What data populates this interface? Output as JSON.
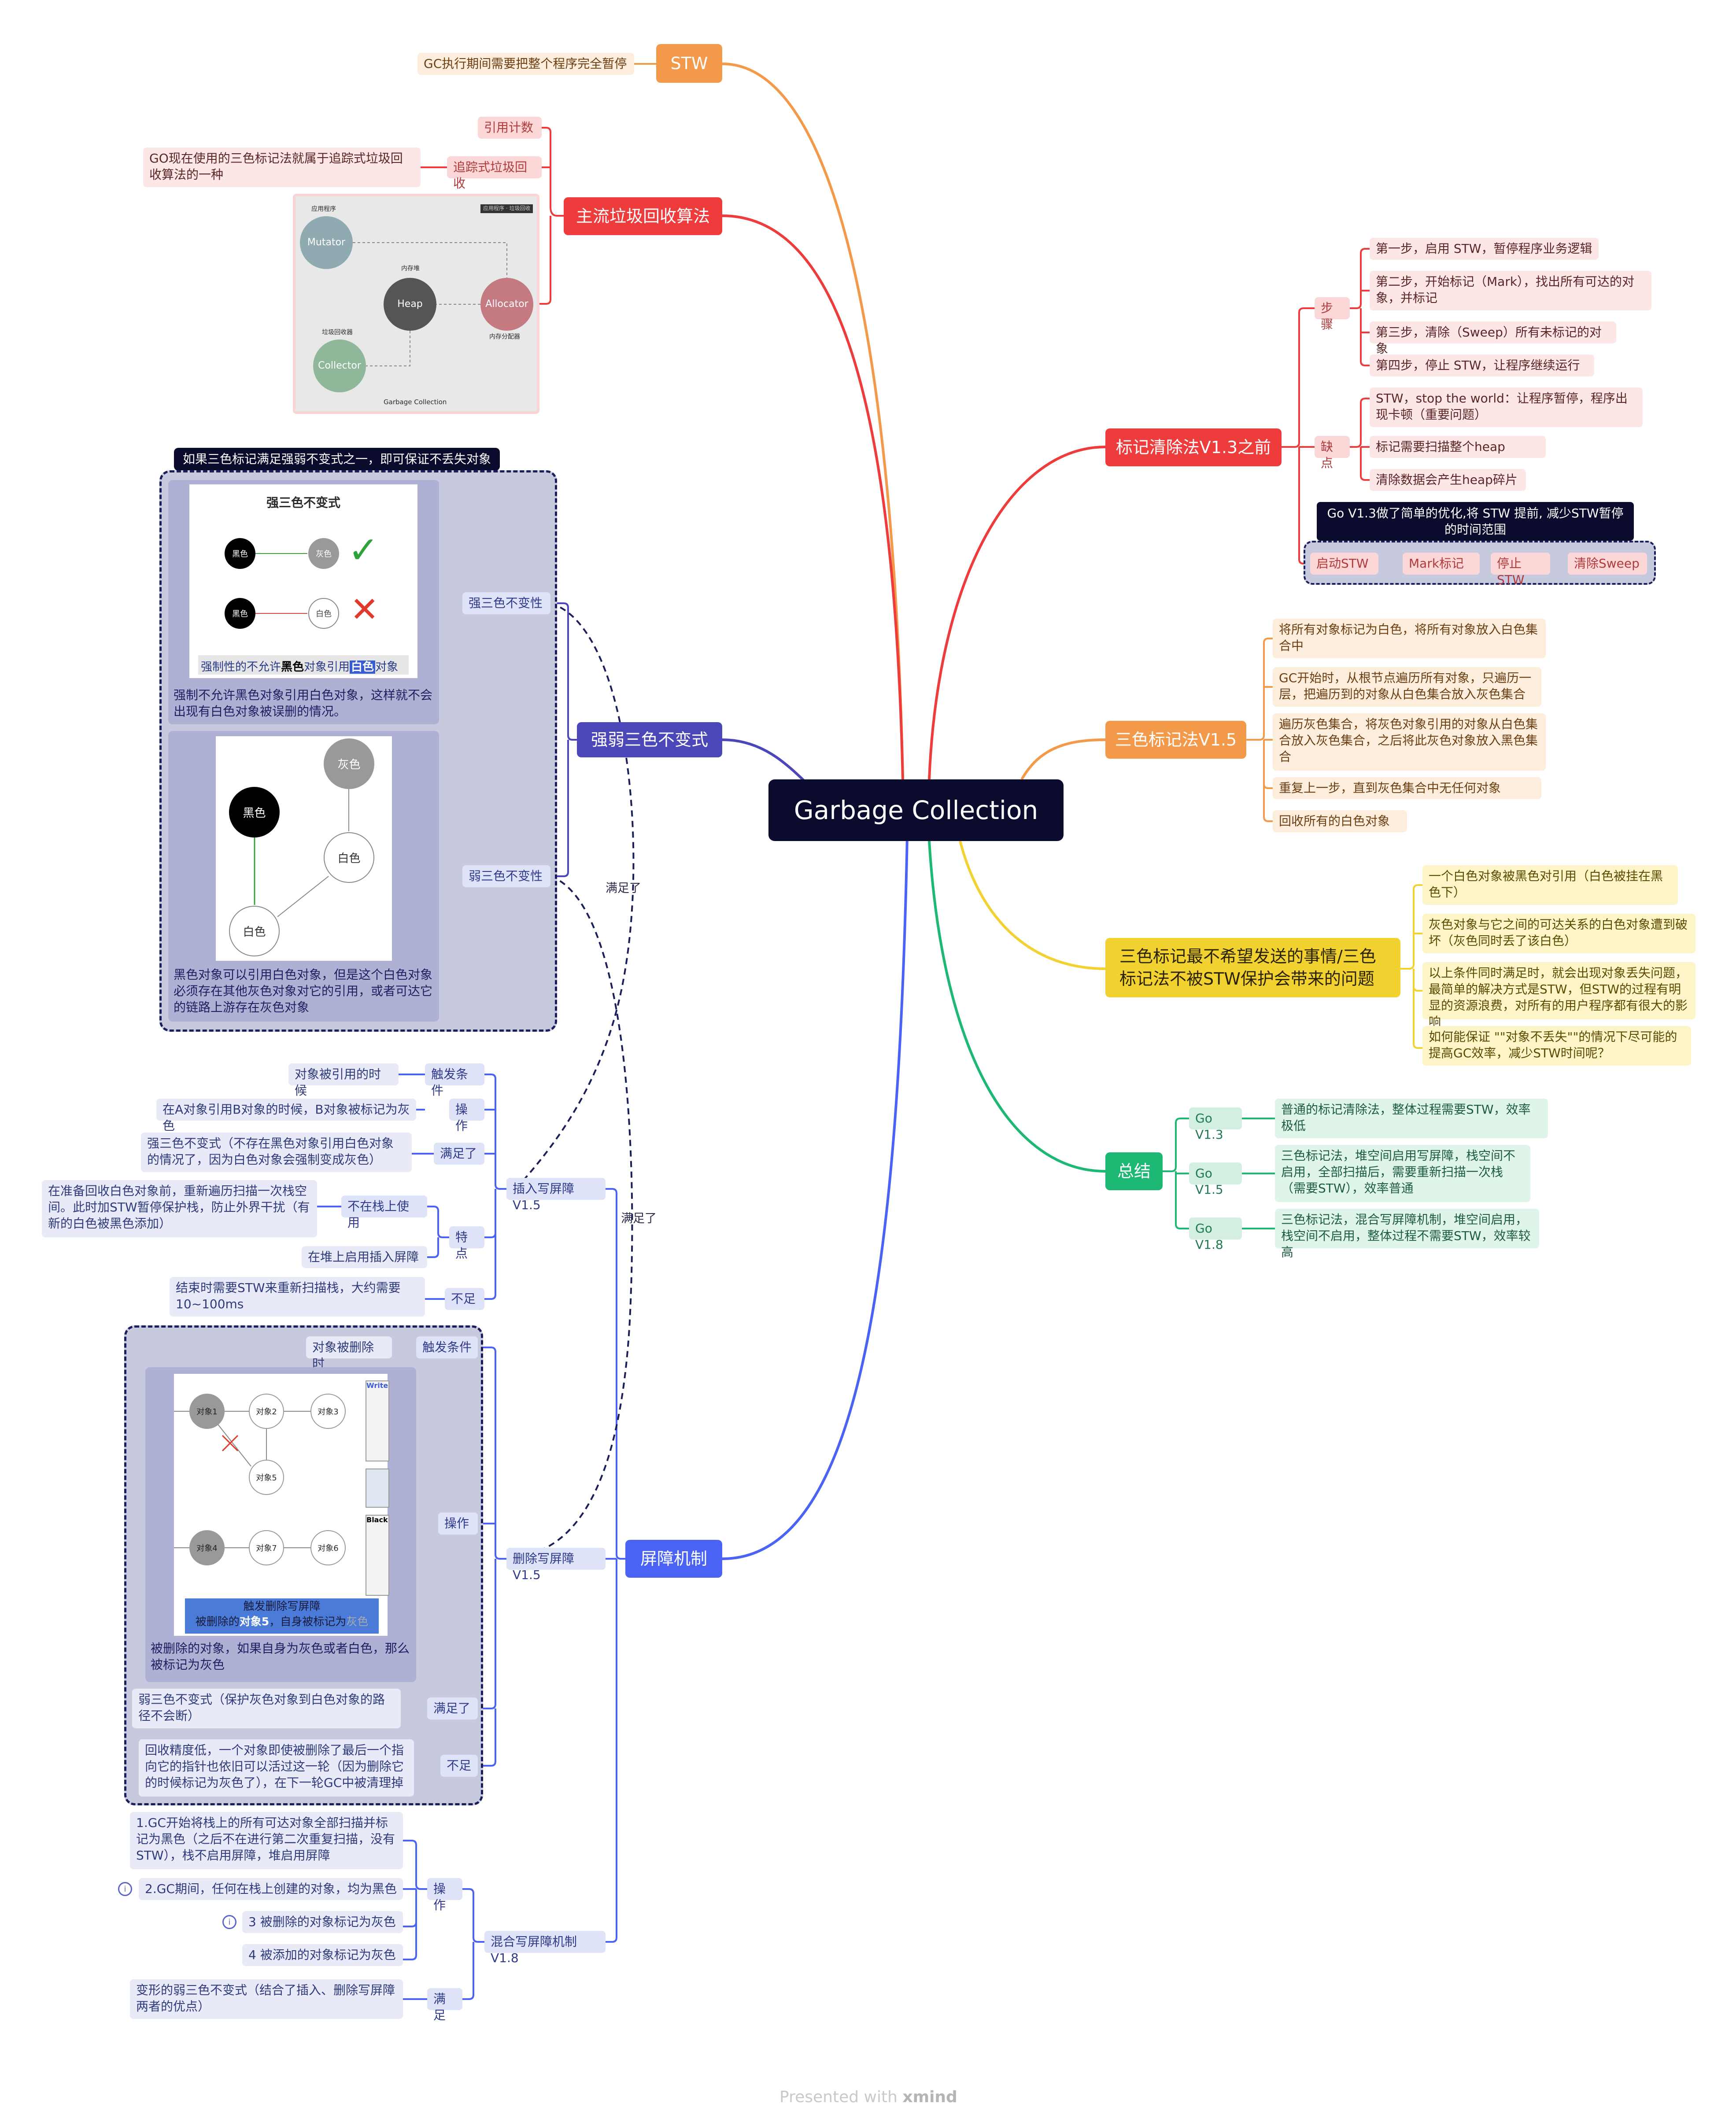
{
  "root": "Garbage Collection",
  "stw": {
    "title": "STW",
    "desc": "GC执行期间需要把整个程序完全暂停"
  },
  "algo": {
    "title": "主流垃圾回收算法",
    "ref_count": "引用计数",
    "tracing": "追踪式垃圾回收",
    "tracing_note": "GO现在使用的三色标记法就属于追踪式垃圾回收算法的一种",
    "img": {
      "tag": "应用程序 · 垃圾回收",
      "app_label": "应用程序",
      "mutator": "Mutator",
      "heap_label": "内存堆",
      "heap": "Heap",
      "allocator": "Allocator",
      "allocator_label": "内存分配器",
      "collector_label": "垃圾回收器",
      "collector": "Collector",
      "caption": "Garbage Collection"
    }
  },
  "invariant": {
    "title": "强弱三色不变式",
    "banner": "如果三色标记满足强弱不变式之一，即可保证不丢失对象",
    "strong": {
      "label": "强三色不变性",
      "img_title": "强三色不变式",
      "black": "黑色",
      "gray": "灰色",
      "white": "白色",
      "caption_pre": "强制性的不允许",
      "caption_black": "黑色",
      "caption_mid": "对象引用",
      "caption_white": "白色",
      "caption_post": "对象",
      "desc": "强制不允许黑色对象引用白色对象，这样就不会出现有白色对象被误删的情况。"
    },
    "weak": {
      "label": "弱三色不变性",
      "gray": "灰色",
      "black": "黑色",
      "white1": "白色",
      "white2": "白色",
      "desc": "黑色对象可以引用白色对象，但是这个白色对象必须存在其他灰色对象对它的引用，或者可达它的链路上游存在灰色对象"
    }
  },
  "barrier": {
    "title": "屏障机制",
    "satisfied1": "满足了",
    "satisfied2": "满足了",
    "insert": {
      "title": "插入写屏障V1.5",
      "trigger": "触发条件",
      "trigger_v": "对象被引用的时候",
      "op": "操作",
      "op_v": "在A对象引用B对象的时候，B对象被标记为灰色",
      "meet": "满足了",
      "meet_v": "强三色不变式（不存在黑色对象引用白色对象的情况了，因为白色对象会强制变成灰色）",
      "feature": "特点",
      "stack": "不在栈上使用",
      "stack_v": "在准备回收白色对象前，重新遍历扫描一次栈空间。此时加STW暂停保护栈，防止外界干扰（有新的白色被黑色添加）",
      "heap": "在堆上启用插入屏障",
      "lack": "不足",
      "lack_v": "结束时需要STW来重新扫描栈，大约需要10~100ms"
    },
    "delete": {
      "title": "删除写屏障V1.5",
      "trigger": "触发条件",
      "trigger_v": "对象被删除时",
      "op": "操作",
      "img": {
        "o1": "对象1",
        "o2": "对象2",
        "o3": "对象3",
        "o4": "对象4",
        "o5": "对象5",
        "o6": "对象6",
        "o7": "对象7",
        "tab1": "Write",
        "tab2": "Black",
        "cap1": "触发删除写屏障",
        "cap2_pre": "被删除的",
        "cap2_obj": "对象5",
        "cap2_mid": "，自身被标记为",
        "cap2_end": "灰色"
      },
      "op_v": "被删除的对象，如果自身为灰色或者白色，那么被标记为灰色",
      "meet": "满足了",
      "meet_v": "弱三色不变式（保护灰色对象到白色对象的路径不会断）",
      "lack": "不足",
      "lack_v": "回收精度低，一个对象即使被删除了最后一个指向它的指针也依旧可以活过这一轮（因为删除它的时候标记为灰色了），在下一轮GC中被清理掉"
    },
    "hybrid": {
      "title": "混合写屏障机制V1.8",
      "op": "操作",
      "s1": "1.GC开始将栈上的所有可达对象全部扫描并标记为黑色（之后不在进行第二次重复扫描，没有STW），栈不启用屏障，堆启用屏障",
      "s2": "2.GC期间，任何在栈上创建的对象，均为黑色",
      "s3": "3 被删除的对象标记为灰色",
      "s4": "4 被添加的对象标记为灰色",
      "meet": "满足",
      "meet_v": "变形的弱三色不变式（结合了插入、删除写屏障两者的优点）"
    }
  },
  "mark_sweep": {
    "title": "标记清除法V1.3之前",
    "steps": "步骤",
    "step1": "第一步，启用 STW，暂停程序业务逻辑",
    "step2": "第二步，开始标记（Mark），找出所有可达的对象，并标记",
    "step3": "第三步，清除（Sweep）所有未标记的对象",
    "step4": "第四步，停止 STW，让程序继续运行",
    "cons": "缺点",
    "con1": "STW，stop the world：让程序暂停，程序出现卡顿（重要问题）",
    "con2": "标记需要扫描整个heap",
    "con3": "清除数据会产生heap碎片",
    "opt": "Go V1.3做了简单的优化,将 STW 提前, 减少STW暂停的时间范围",
    "flow": [
      "启动STW",
      "Mark标记",
      "停止STW",
      "清除Sweep"
    ]
  },
  "tricolor": {
    "title": "三色标记法V1.5",
    "i1": "将所有对象标记为白色，将所有对象放入白色集合中",
    "i2": "GC开始时，从根节点遍历所有对象，只遍历一层，把遍历到的对象从白色集合放入灰色集合",
    "i3": "遍历灰色集合，将灰色对象引用的对象从白色集合放入灰色集合，之后将此灰色对象放入黑色集合",
    "i4": "重复上一步，直到灰色集合中无任何对象",
    "i5": "回收所有的白色对象"
  },
  "problem": {
    "title": "三色标记最不希望发送的事情/三色标记法不被STW保护会带来的问题",
    "p1": "一个白色对象被黑色对引用（白色被挂在黑色下）",
    "p2": "灰色对象与它之间的可达关系的白色对象遭到破坏（灰色同时丢了该白色）",
    "p3": "以上条件同时满足时，就会出现对象丢失问题，最简单的解决方式是STW，但STW的过程有明显的资源浪费，对所有的用户程序都有很大的影响",
    "p4": "如何能保证 \"\"对象不丢失\"\"的情况下尽可能的提高GC效率，减少STW时间呢？"
  },
  "summary": {
    "title": "总结",
    "v13": "Go V1.3",
    "v13_d": "普通的标记清除法，整体过程需要STW，效率极低",
    "v15": "Go V1.5",
    "v15_d": "三色标记法，堆空间启用写屏障，栈空间不启用，全部扫描后，需要重新扫描一次栈（需要STW），效率普通",
    "v18": "Go V1.8",
    "v18_d": "三色标记法，混合写屏障机制，堆空间启用，栈空间不启用，整体过程不需要STW，效率较高"
  },
  "footer": {
    "pre": "Presented with",
    "brand": "xmind"
  },
  "colors": {
    "stw": "#f39a4a",
    "algo": "#ee3b3b",
    "mark": "#ee3b3b",
    "tricolor": "#f39a4a",
    "problem": "#f2d230",
    "summary": "#1db874",
    "invariant": "#4b47b8",
    "barrier": "#4a63f5"
  }
}
